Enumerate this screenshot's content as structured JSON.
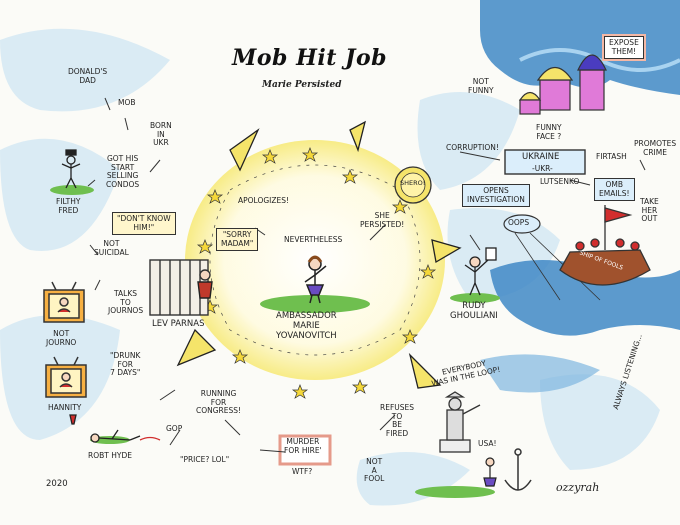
{
  "title": "Mob Hit Job",
  "subtitle": "Marie Persisted",
  "year": "2020",
  "signature": "ozzyrah",
  "labels": {
    "donalds_dad": "DONALD'S\nDAD",
    "mob": "MOB",
    "born_in_ukr": "BORN\nIN\nUKR",
    "got_his_start": "GOT HIS\nSTART\nSELLING\nCONDOS",
    "filthy_fred": "FILTHY\nFRED",
    "dont_know_him": "\"DON'T KNOW\nHIM!\"",
    "not_suicidal": "NOT\nSUICIDAL",
    "talks_to_journos": "TALKS\nTO\nJOURNOS",
    "not_journo": "NOT\nJOURNO",
    "lev_parnas": "LEV PARNAS",
    "drunk_for_7_days": "\"DRUNK\nFOR\n7 DAYS\"",
    "hannity": "HANNITY",
    "robt_hyde": "ROBT HYDE",
    "gop": "GOP",
    "running_for_congress": "RUNNING\nFOR\nCONGRESS!",
    "price_lol": "\"PRICE? LOL\"",
    "murder_for_hire": "MURDER\nFOR HIRE'",
    "wtf": "WTF?",
    "apologizes": "APOLOGIZES!",
    "sorry_madam": "\"SORRY\nMADAM\"",
    "nevertheless": "NEVERTHELESS",
    "she_persisted": "SHE\nPERSISTED!",
    "shero": "SHERO!",
    "ambassador": "AMBASSADOR\nMARIE\nYOVANOVITCH",
    "refuses_to_be_fired": "REFUSES\nTO\nBE\nFIRED",
    "not_a_fool": "NOT\nA\nFOOL",
    "usa": "USA!",
    "everybody_was_in_the_loop": "EVERYBODY\nWAS IN THE LOOP!",
    "always_listening": "ALWAYS LISTENING...",
    "rudy": "RUDY\nGHOULIANI",
    "opens_investigation": "OPENS\nINVESTIGATION",
    "oops": "OOPS",
    "corruption": "CORRUPTION!",
    "ukraine": "UKRAINE",
    "ukr": "-UKR-",
    "lutsenko": "LUTSENKO",
    "firtash": "FIRTASH",
    "omb_emails": "OMB\nEMAILS!",
    "promotes_crime": "PROMOTES\nCRIME",
    "take_her_out": "TAKE\nHER\nOUT",
    "not_funny": "NOT\nFUNNY",
    "funny_face": "FUNNY\nFACE ?",
    "expose_them": "EXPOSE\nTHEM!",
    "ship_of_fools": "SHIP OF FOOLS"
  },
  "colors": {
    "sky_blue": "#cfe6f3",
    "sun_yellow": "#f5e46a",
    "grass_green": "#6fbf4f",
    "sea_blue": "#3f88c6",
    "box_yellow": "#fff6cc"
  }
}
